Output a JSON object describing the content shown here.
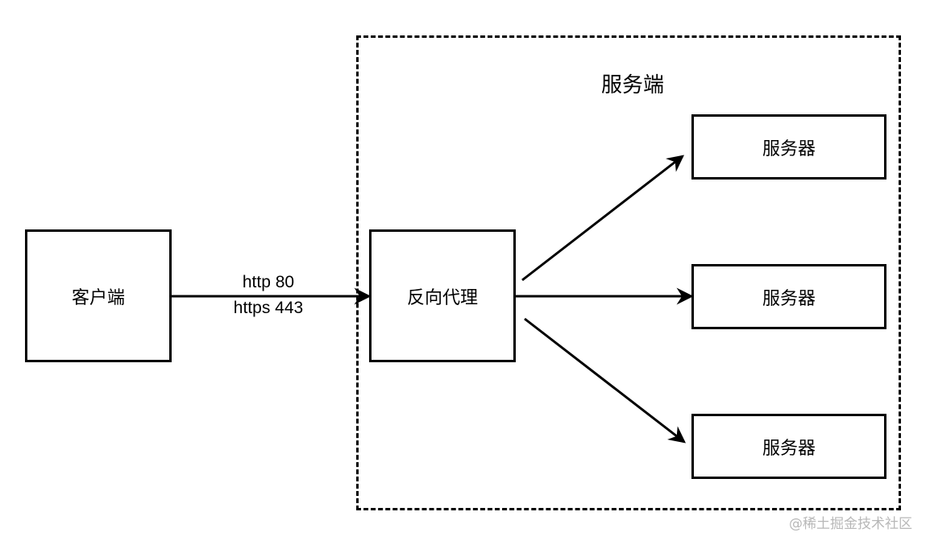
{
  "diagram": {
    "group_label": "服务端",
    "client_label": "客户端",
    "proxy_label": "反向代理",
    "servers": [
      {
        "label": "服务器"
      },
      {
        "label": "服务器"
      },
      {
        "label": "服务器"
      }
    ],
    "connection_labels": [
      "http 80",
      "https 443"
    ],
    "watermark": "@稀土掘金技术社区"
  }
}
